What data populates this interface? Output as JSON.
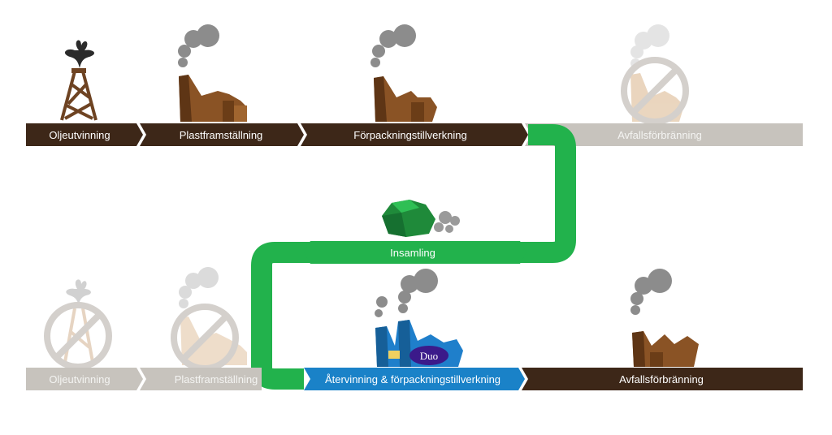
{
  "row1": {
    "stages": [
      {
        "label": "Oljeutvinning"
      },
      {
        "label": "Plastframställning"
      },
      {
        "label": "Förpackningstillverkning"
      },
      {
        "label": "Avfallsförbränning"
      }
    ]
  },
  "collection": {
    "label": "Insamling"
  },
  "row2": {
    "stages": [
      {
        "label": "Oljeutvinning"
      },
      {
        "label": "Plastframställning"
      },
      {
        "label": "Återvinning & förpackningstillverkning"
      },
      {
        "label": "Avfallsförbränning"
      }
    ],
    "brand_badge": "Duo"
  },
  "colors": {
    "brown": "#3d2718",
    "grey": "#c7c3bd",
    "green": "#22b24c",
    "blue": "#1a82c8",
    "factory_brown": "#8a5325",
    "factory_blue": "#1f7fcb",
    "smoke": "#8c8c8c",
    "badge_purple": "#3b1a8a"
  }
}
